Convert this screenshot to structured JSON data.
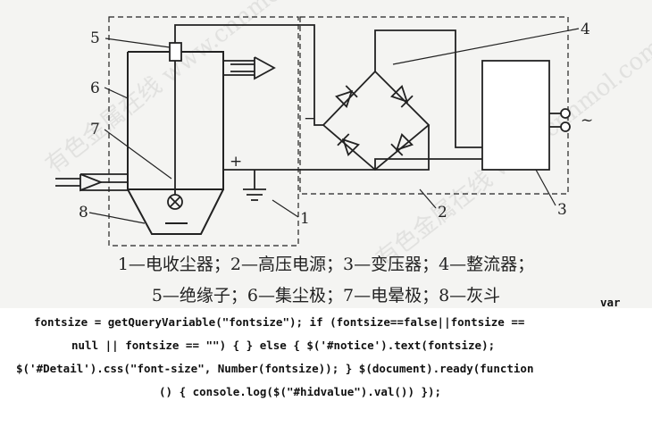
{
  "diagram": {
    "labels": {
      "n1": "1",
      "n2": "2",
      "n3": "3",
      "n4": "4",
      "n5": "5",
      "n6": "6",
      "n7": "7",
      "n8": "8",
      "plus": "+",
      "minus": "−",
      "ac": "~"
    },
    "watermark": "有色金属在线 www.cnnmol.com",
    "caption_line1": "1—电收尘器；2—高压电源；3—变压器；4—整流器；",
    "caption_line2": "5—绝缘子；6—集尘极；7—电晕极；8—灰斗"
  },
  "code_text": {
    "line1": "var",
    "line2": "fontsize = getQueryVariable(\"fontsize\"); if (fontsize==false||fontsize ==",
    "line3": "null || fontsize == \"\") { } else { $('#notice').text(fontsize);",
    "line4": "$('#Detail').css(\"font-size\", Number(fontsize)); } $(document).ready(function",
    "line5": "() { console.log($(\"#hidvalue\").val()) });"
  }
}
